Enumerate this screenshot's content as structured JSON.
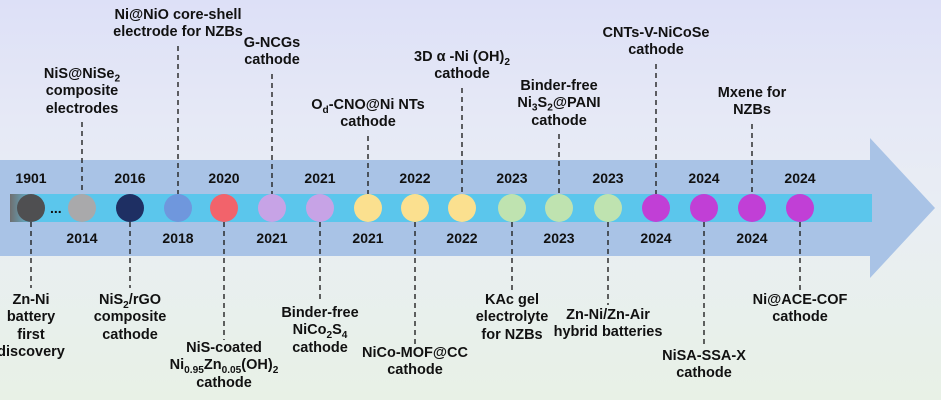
{
  "colors": {
    "arrow": "#a9c3e6",
    "bar": "#5bc6ec",
    "bar_start": "#6f6f70",
    "dashes": "#222222"
  },
  "ellipsis": "...",
  "milestones": [
    {
      "id": "m1",
      "year": "1901",
      "label": "Zn-Ni\nbattery\nfirst\ndiscovery",
      "label_html": "Zn-Ni\nbattery\nfirst\ndiscovery",
      "color": "#4f4f51"
    },
    {
      "id": "m2",
      "year": "2014",
      "label": "NiS@NiSe2\ncomposite\nelectrodes",
      "label_html": "NiS@NiSe<sub>2</sub>\ncomposite\nelectrodes",
      "color": "#a9a9ab"
    },
    {
      "id": "m3",
      "year": "2016",
      "label": "NiS2/rGO\ncomposite\ncathode",
      "label_html": "NiS<sub>2</sub>/rGO\ncomposite\ncathode",
      "color": "#1e2f63"
    },
    {
      "id": "m4",
      "year": "2018",
      "label": "Ni@NiO core-shell\nelectrode for NZBs",
      "label_html": "Ni@NiO core-shell\nelectrode for NZBs",
      "color": "#6f97dd"
    },
    {
      "id": "m5",
      "year": "2020",
      "label": "NiS-coated\nNi0.95Zn0.05(OH)2\ncathode",
      "label_html": "NiS-coated\nNi<sub>0.95</sub>Zn<sub>0.05</sub>(OH)<sub>2</sub>\ncathode",
      "color": "#f2636b"
    },
    {
      "id": "m6",
      "year": "2021",
      "label": "G-NCGs\ncathode",
      "label_html": "G-NCGs\ncathode",
      "color": "#c7a3e6"
    },
    {
      "id": "m7",
      "year": "2021",
      "label": "Binder-free\nNiCo2S4\ncathode",
      "label_html": "Binder-free\nNiCo<sub>2</sub>S<sub>4</sub>\ncathode",
      "color": "#c7a3e6"
    },
    {
      "id": "m8",
      "year": "2021",
      "label": "Od-CNO@Ni NTs\ncathode",
      "label_html": "O<sub>d</sub>-CNO@Ni NTs\ncathode",
      "color": "#fbe08f"
    },
    {
      "id": "m9",
      "year": "2022",
      "label": "NiCo-MOF@CC\ncathode",
      "label_html": "NiCo-MOF@CC\ncathode",
      "color": "#fbe08f"
    },
    {
      "id": "m10",
      "year": "2022",
      "label": "3D α -Ni (OH)2\ncathode",
      "label_html": "3D α -Ni (OH)<sub>2</sub>\ncathode",
      "color": "#fbe08f"
    },
    {
      "id": "m11",
      "year": "2023",
      "label": "KAc gel\nelectrolyte\nfor NZBs",
      "label_html": "KAc gel\nelectrolyte\nfor NZBs",
      "color": "#bfe3b0"
    },
    {
      "id": "m12",
      "year": "2023",
      "label": "Binder-free\nNi3S2@PANI\ncathode",
      "label_html": "Binder-free\nNi<sub>3</sub>S<sub>2</sub>@PANI\ncathode",
      "color": "#bfe3b0"
    },
    {
      "id": "m13",
      "year": "2023",
      "label": "Zn-Ni/Zn-Air\nhybrid batteries",
      "label_html": "Zn-Ni/Zn-Air\nhybrid batteries",
      "color": "#bfe3b0"
    },
    {
      "id": "m14",
      "year": "2024",
      "label": "CNTs-V-NiCoSe\ncathode",
      "label_html": "CNTs-V-NiCoSe\ncathode",
      "color": "#c13fd6"
    },
    {
      "id": "m15",
      "year": "2024",
      "label": "NiSA-SSA-X\ncathode",
      "label_html": "NiSA-SSA-X\ncathode",
      "color": "#c13fd6"
    },
    {
      "id": "m16",
      "year": "2024",
      "label": "Mxene for\nNZBs",
      "label_html": "Mxene for\nNZBs",
      "color": "#c13fd6"
    },
    {
      "id": "m17",
      "year": "2024",
      "label": "Ni@ACE-COF\ncathode",
      "label_html": "Ni@ACE-COF\ncathode",
      "color": "#c13fd6"
    }
  ]
}
